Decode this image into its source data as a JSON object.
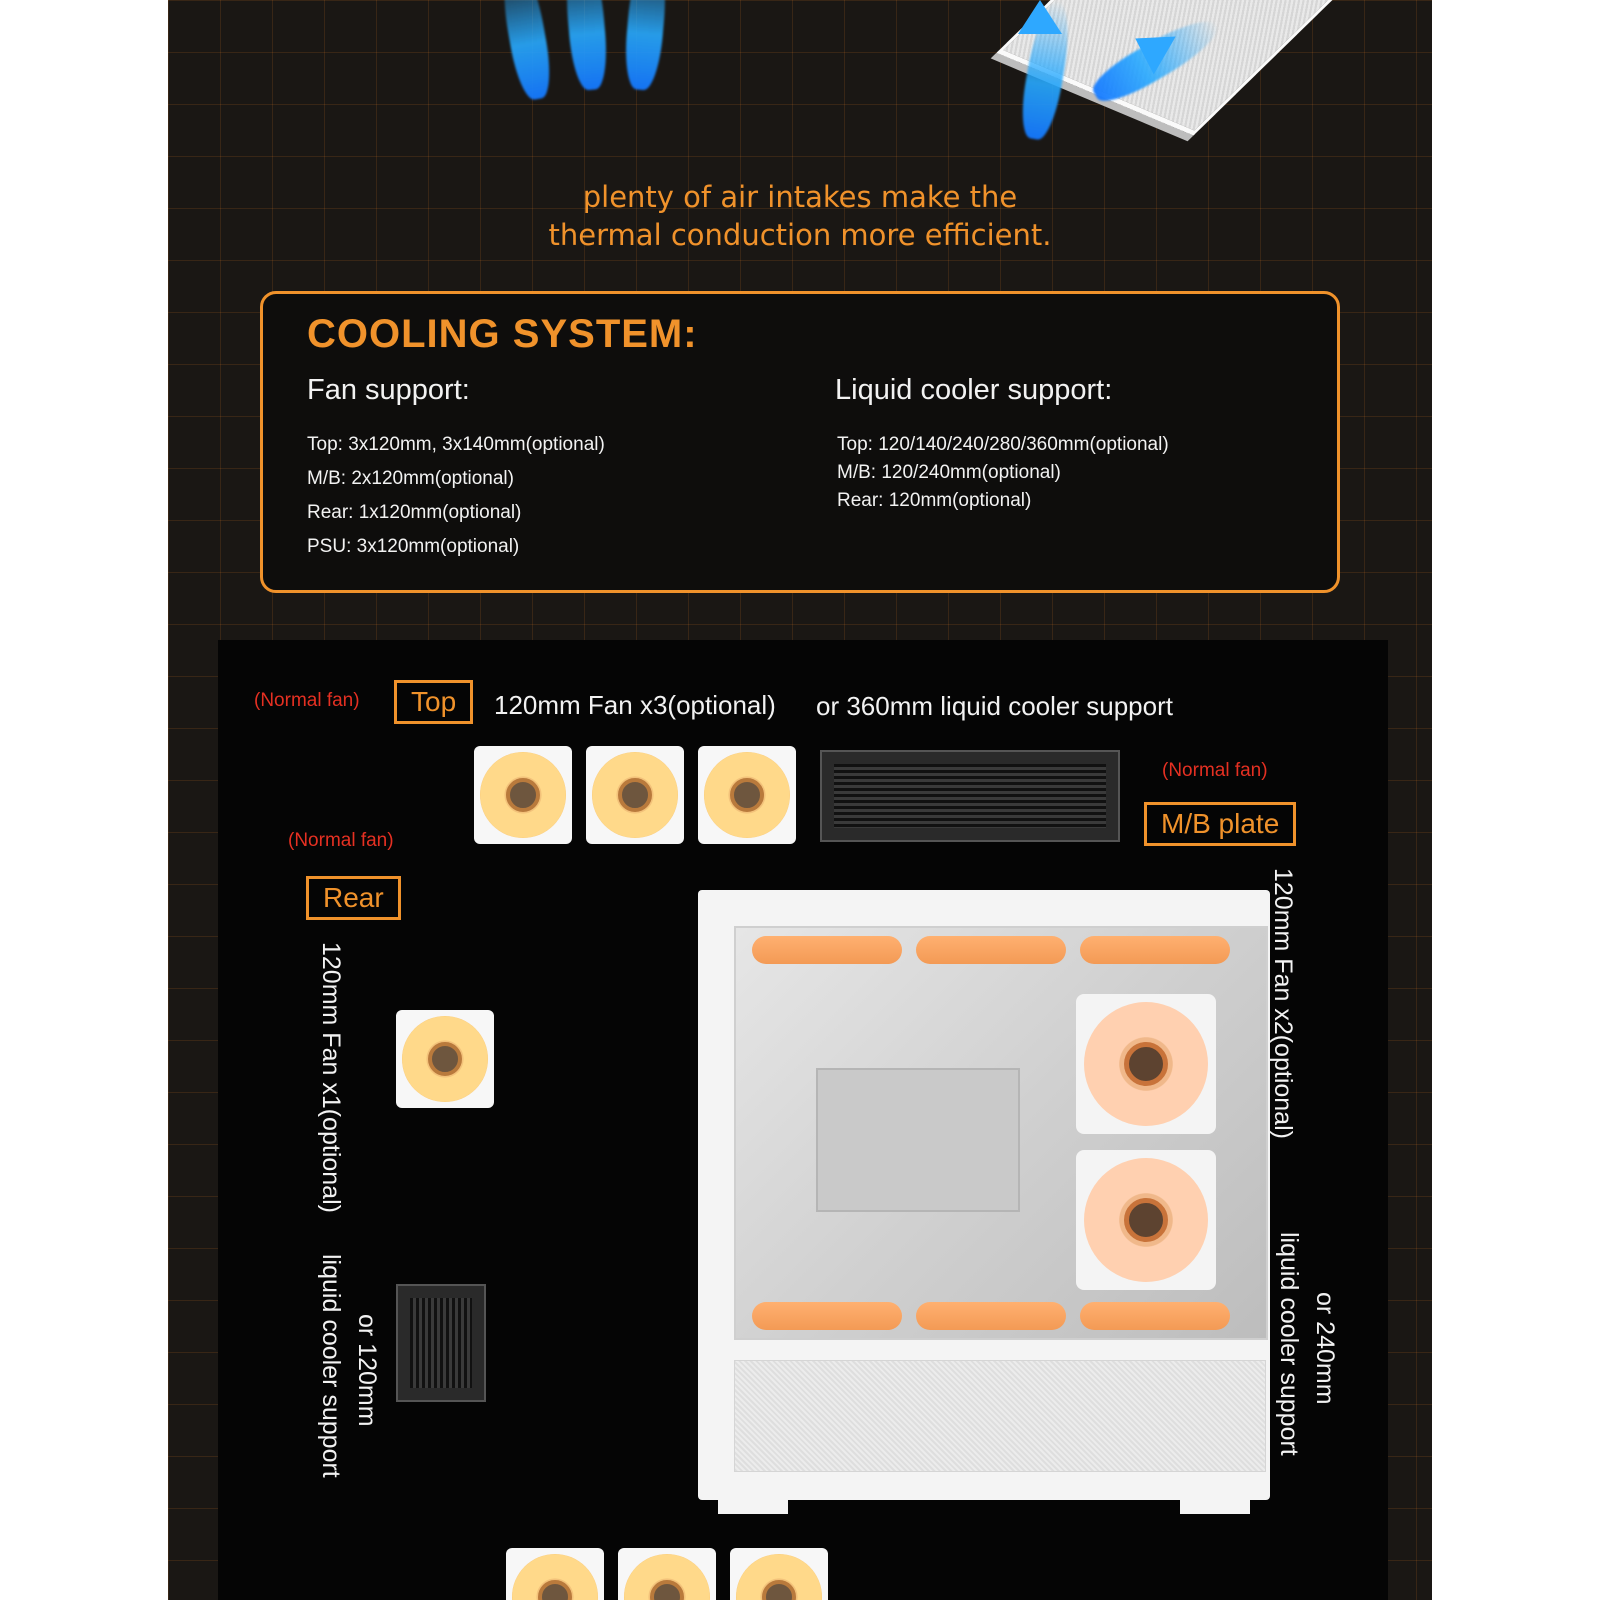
{
  "tagline": {
    "line1": "plenty of air intakes make the",
    "line2": "thermal conduction more efficient."
  },
  "cooling": {
    "title": "COOLING SYSTEM:",
    "fan_support": {
      "heading": "Fan support:",
      "items": [
        "Top: 3x120mm, 3x140mm(optional)",
        "M/B: 2x120mm(optional)",
        "Rear: 1x120mm(optional)",
        "PSU: 3x120mm(optional)"
      ]
    },
    "liquid_support": {
      "heading": "Liquid cooler support:",
      "items": [
        "Top: 120/140/240/280/360mm(optional)",
        "M/B: 120/240mm(optional)",
        "Rear: 120mm(optional)"
      ]
    }
  },
  "diagram": {
    "top": {
      "note": "(Normal fan)",
      "tag": "Top",
      "fan_label": "120mm Fan x3(optional)",
      "liquid_label": "or 360mm liquid cooler support"
    },
    "mb": {
      "note": "(Normal fan)",
      "tag": "M/B plate",
      "fan_label": "120mm Fan x2(optional)",
      "liquid_label_1": "or 240mm",
      "liquid_label_2": "liquid cooler support"
    },
    "rear": {
      "note": "(Normal fan)",
      "tag": "Rear",
      "fan_label": "120mm Fan x1(optional)",
      "liquid_label_1": "or 120mm",
      "liquid_label_2": "liquid cooler support"
    }
  },
  "icons": {
    "fan": "fan-icon",
    "radiator": "radiator-icon",
    "airflow": "airflow-arrow-icon"
  },
  "colors": {
    "accent": "#f0922b",
    "note_red": "#e53022",
    "background": "#1a1714"
  }
}
